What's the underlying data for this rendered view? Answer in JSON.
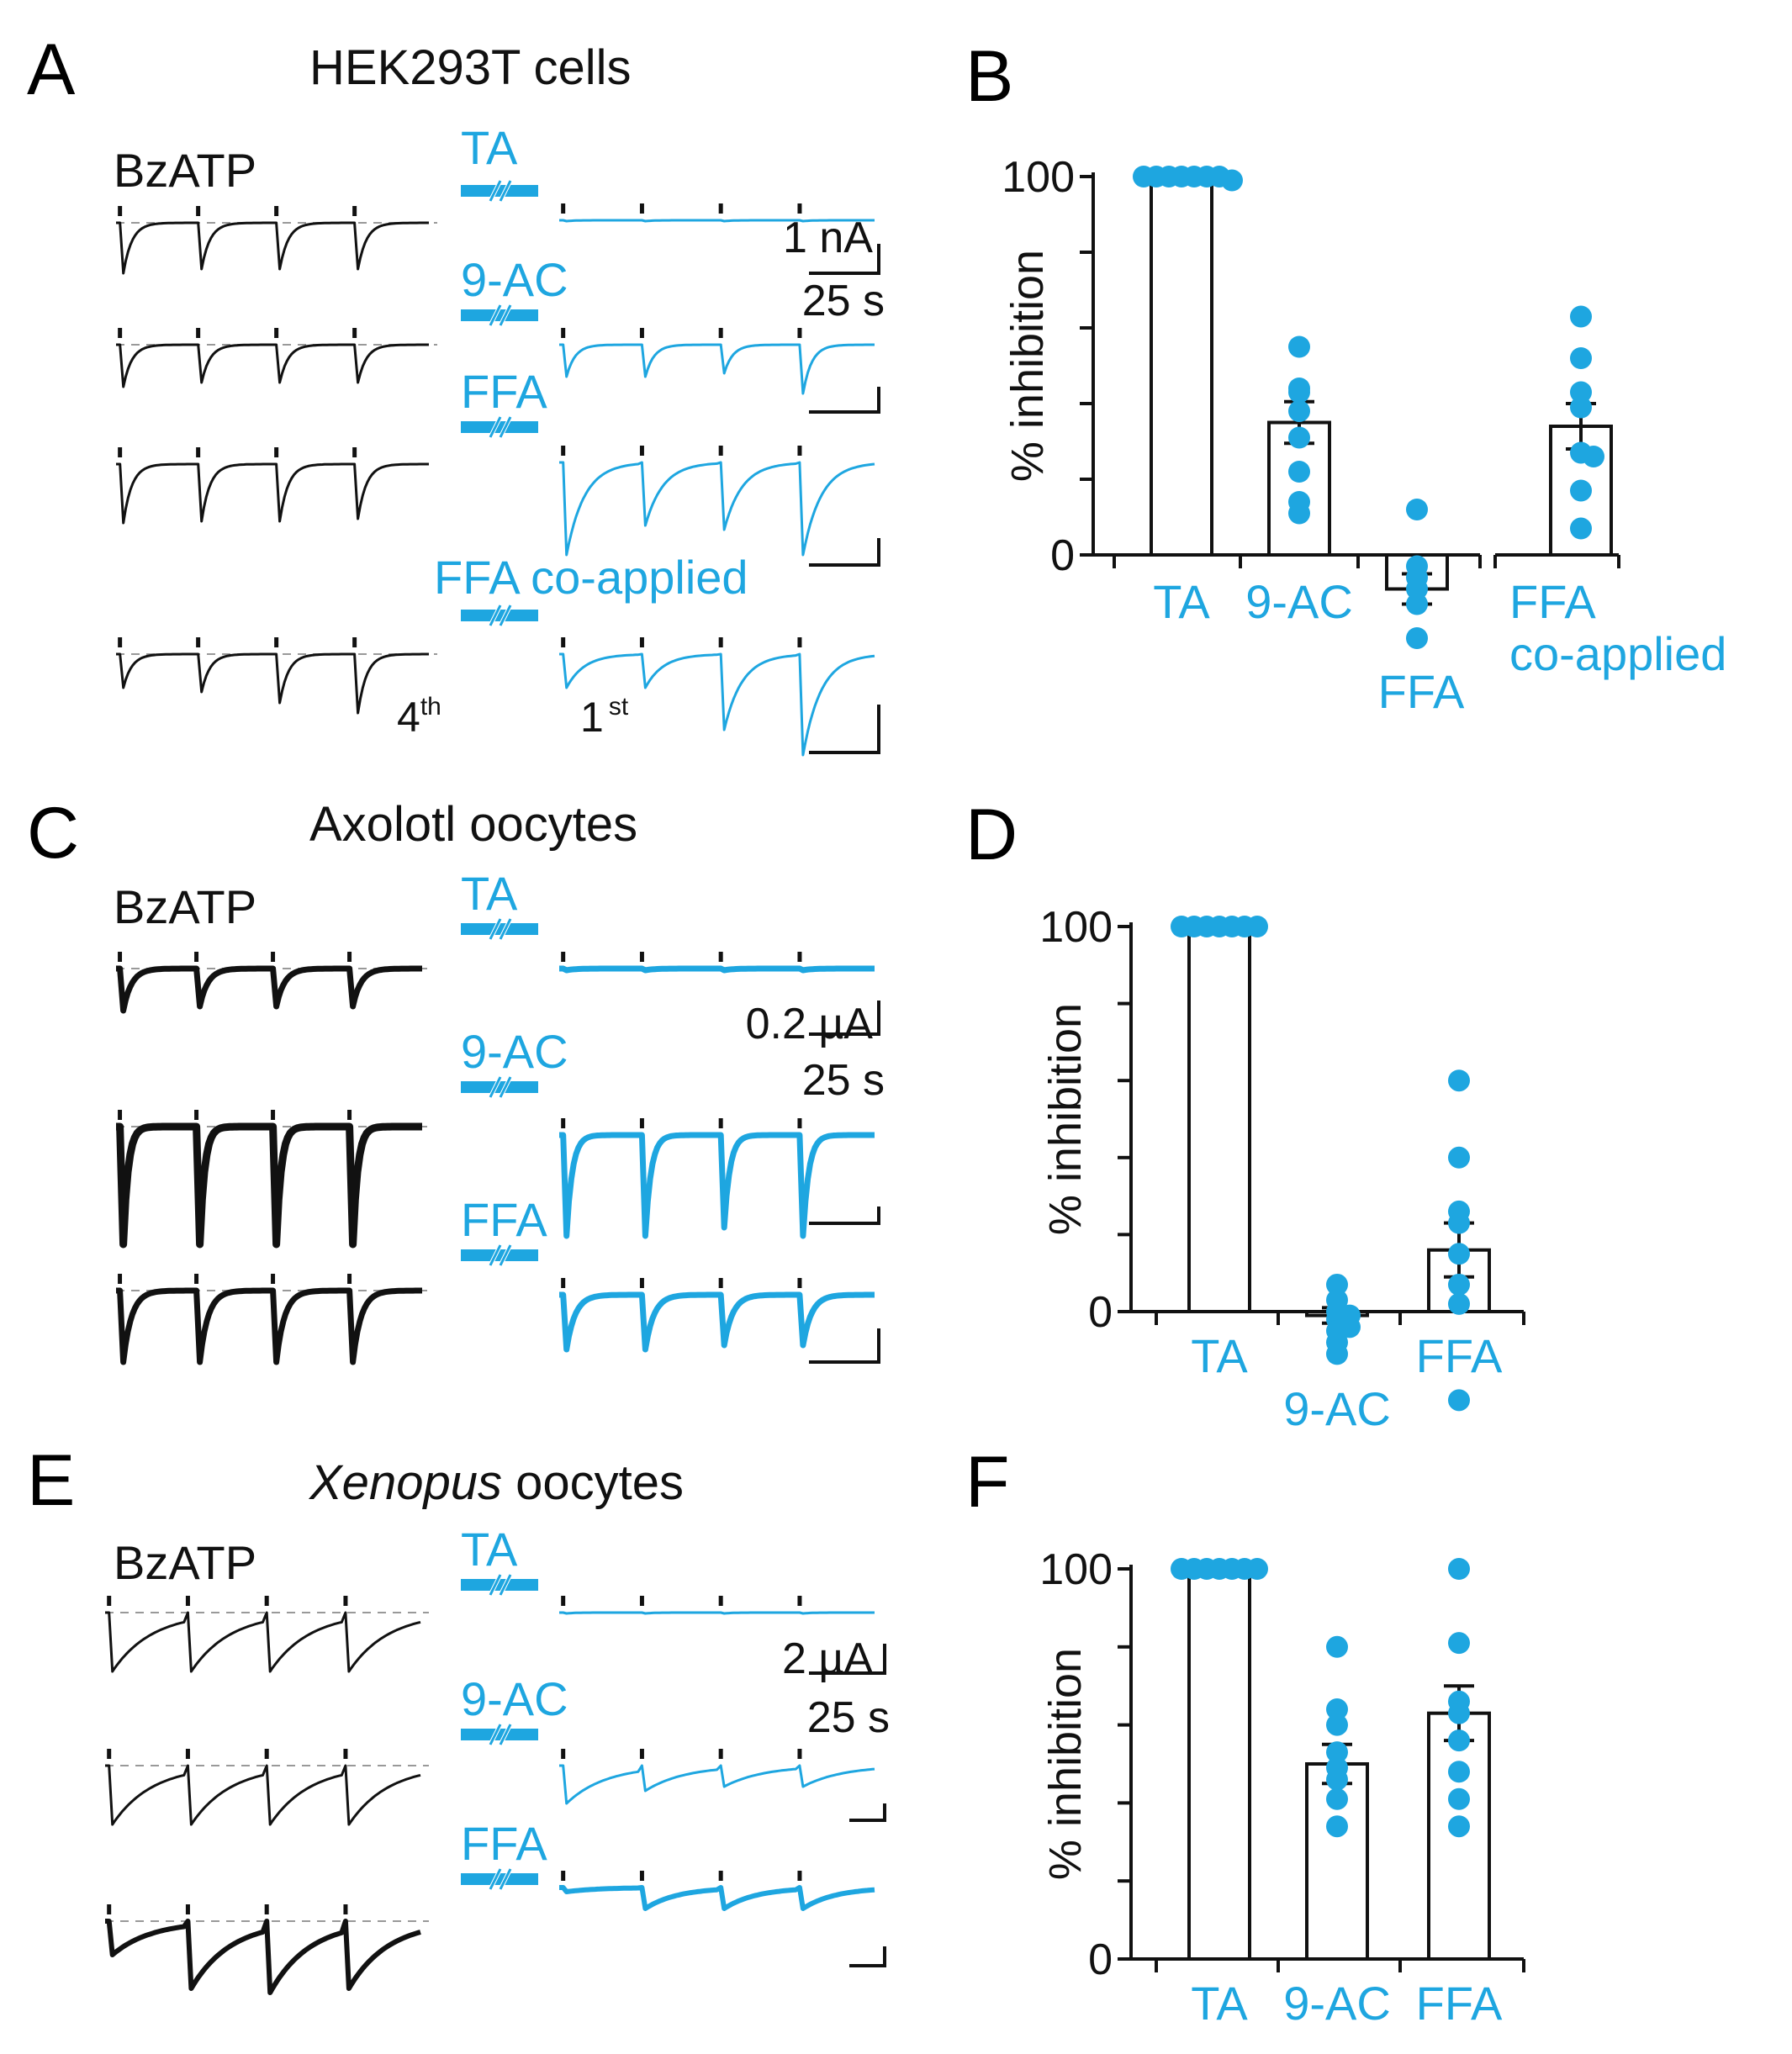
{
  "colors": {
    "black": "#111111",
    "blue": "#1ea6e0",
    "gray": "#999999"
  },
  "rows": [
    {
      "letter": "A",
      "title": "HEK293T cells",
      "agonist_label": "BzATP",
      "blocker_labels": [
        "TA",
        "9-AC",
        "FFA",
        "FFA co-applied"
      ],
      "scale_labels": [
        "1 nA",
        "25 s"
      ],
      "pulse_labels": [
        "4th",
        "1st"
      ]
    },
    {
      "letter": "C",
      "title": "Axolotl oocytes",
      "agonist_label": "BzATP",
      "blocker_labels": [
        "TA",
        "9-AC",
        "FFA"
      ],
      "scale_labels": [
        "0.2 µA",
        "25 s"
      ]
    },
    {
      "letter": "E",
      "title_italic": "Xenopus",
      "title": " oocytes",
      "agonist_label": "BzATP",
      "blocker_labels": [
        "TA",
        "9-AC",
        "FFA"
      ],
      "scale_labels": [
        "2 µA",
        "25 s"
      ]
    }
  ],
  "chart_data": [
    {
      "panel": "B",
      "type": "bar",
      "ylabel": "% inhibition",
      "ylim": [
        0,
        100
      ],
      "yticks": [
        0,
        100
      ],
      "categories": [
        "TA",
        "9-AC",
        "FFA",
        "FFA co-applied"
      ],
      "category_labels": [
        [
          "TA"
        ],
        [
          "9-AC"
        ],
        [
          "FFA"
        ],
        [
          "FFA",
          "co-applied"
        ]
      ],
      "values": [
        100,
        35,
        -9,
        34
      ],
      "sem": [
        0.5,
        5.5,
        4,
        6
      ],
      "points": [
        [
          100,
          100,
          100,
          100,
          100,
          100,
          100,
          99
        ],
        [
          55,
          44,
          43,
          38,
          31,
          22,
          14,
          11
        ],
        [
          12,
          -3,
          -6,
          -9,
          -13,
          -22
        ],
        [
          63,
          52,
          43,
          39,
          27,
          26,
          17,
          7
        ]
      ]
    },
    {
      "panel": "D",
      "type": "bar",
      "ylabel": "% inhibition",
      "ylim": [
        0,
        100
      ],
      "yticks": [
        0,
        100
      ],
      "categories": [
        "TA",
        "9-AC",
        "FFA"
      ],
      "category_labels": [
        [
          "TA"
        ],
        [
          "9-AC"
        ],
        [
          "FFA"
        ]
      ],
      "values": [
        100,
        -1,
        16
      ],
      "sem": [
        0.3,
        2,
        7
      ],
      "points": [
        [
          100,
          100,
          100,
          100,
          100,
          100,
          100
        ],
        [
          7,
          3,
          0,
          -1,
          -2,
          -4,
          -5,
          -8,
          -11
        ],
        [
          60,
          40,
          26,
          23,
          15,
          7,
          2,
          -23
        ]
      ]
    },
    {
      "panel": "F",
      "type": "bar",
      "ylabel": "% inhibition",
      "ylim": [
        0,
        100
      ],
      "yticks": [
        0,
        100
      ],
      "categories": [
        "TA",
        "9-AC",
        "FFA"
      ],
      "category_labels": [
        [
          "TA"
        ],
        [
          "9-AC"
        ],
        [
          "FFA"
        ]
      ],
      "values": [
        100,
        50,
        63
      ],
      "sem": [
        0.3,
        5,
        7
      ],
      "points": [
        [
          100,
          100,
          100,
          100,
          100,
          100,
          100
        ],
        [
          80,
          64,
          60,
          53,
          49,
          46,
          41,
          34
        ],
        [
          100,
          81,
          66,
          63,
          56,
          48,
          41,
          34
        ]
      ]
    }
  ]
}
